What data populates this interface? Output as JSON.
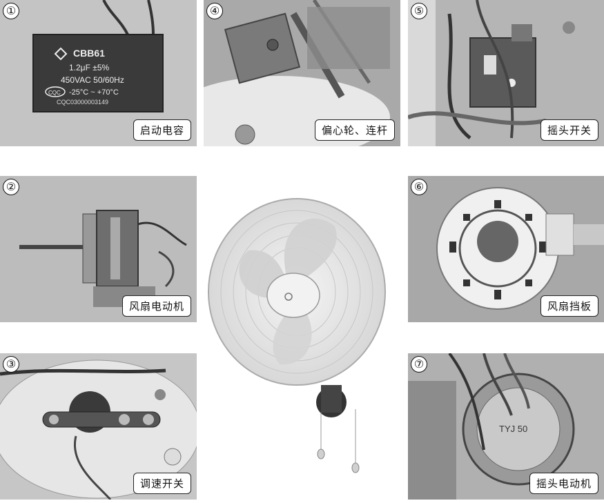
{
  "panels": [
    {
      "num": "①",
      "label": "启动电容"
    },
    {
      "num": "④",
      "label": "偏心轮、连杆"
    },
    {
      "num": "⑤",
      "label": "摇头开关"
    },
    {
      "num": "②",
      "label": "风扇电动机"
    },
    {
      "num": "⑥",
      "label": "风扇挡板"
    },
    {
      "num": "③",
      "label": "调速开关"
    },
    {
      "num": "⑦",
      "label": "摇头电动机"
    }
  ],
  "capacitor": {
    "model": "CBB61",
    "capacitance": "1.2μF ±5%",
    "voltage": "450VAC 50/60Hz",
    "temp": "-25°C ~ +70°C",
    "code": "CQC03000003149",
    "mark": "CQC"
  },
  "motor_text": "TYJ 50"
}
